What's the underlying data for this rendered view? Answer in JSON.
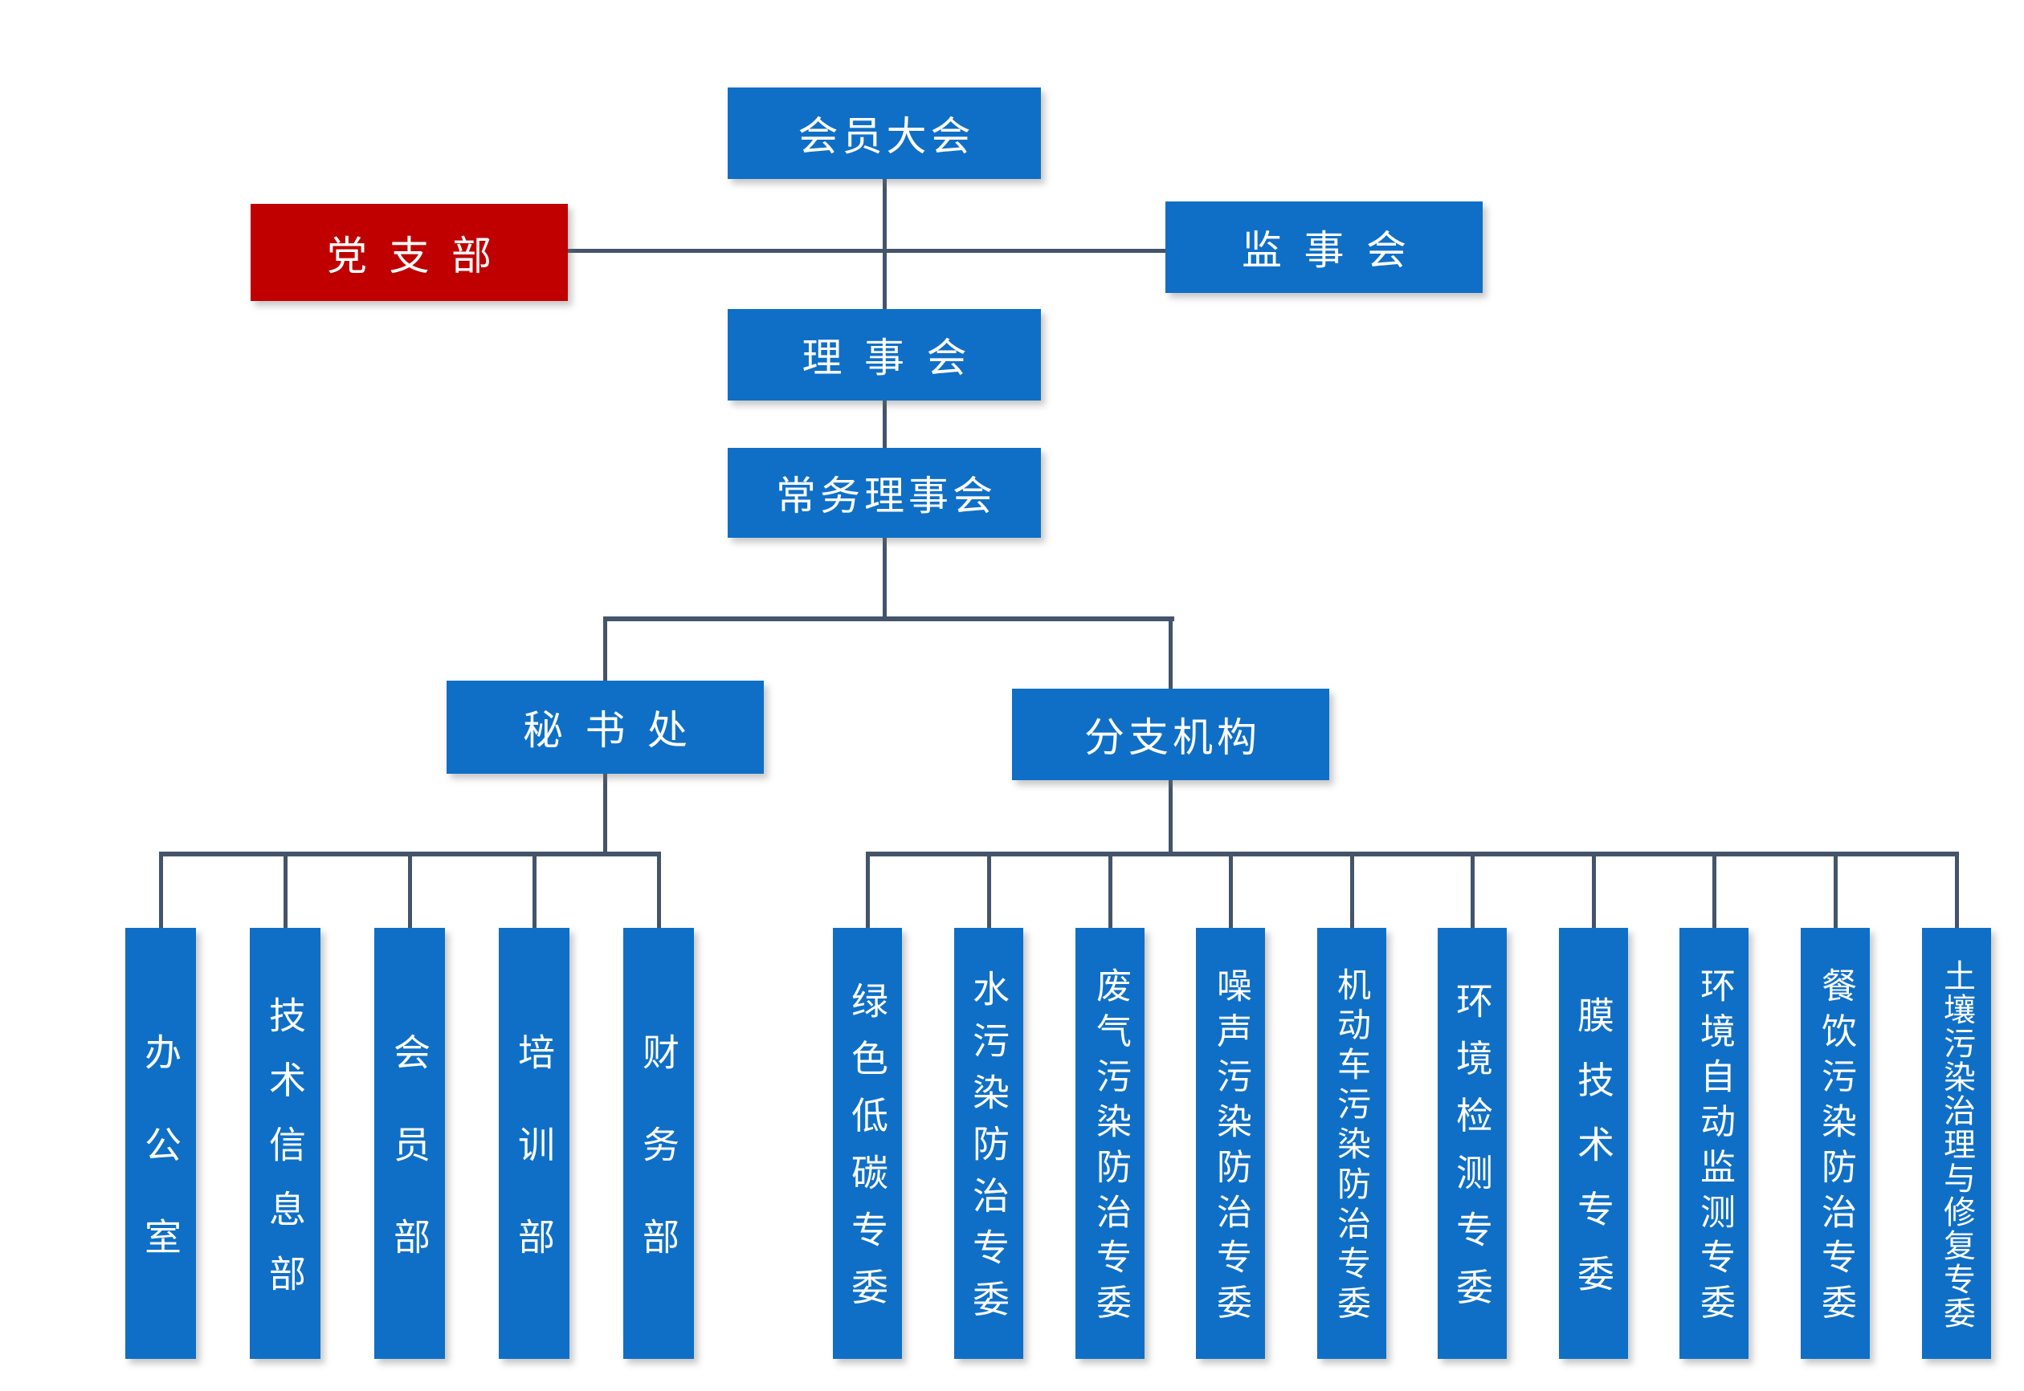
{
  "org": {
    "members_congress": {
      "label": "会员大会"
    },
    "party_branch": {
      "label": "党支部"
    },
    "supervisory_board": {
      "label": "监事会"
    },
    "council": {
      "label": "理事会"
    },
    "standing_council": {
      "label": "常务理事会"
    },
    "secretariat": {
      "label": "秘书处",
      "departments": [
        {
          "label": "办公室"
        },
        {
          "label": "技术信息部"
        },
        {
          "label": "会员部"
        },
        {
          "label": "培训部"
        },
        {
          "label": "财务部"
        }
      ]
    },
    "branches": {
      "label": "分支机构",
      "committees": [
        {
          "label": "绿色低碳专委"
        },
        {
          "label": "水污染防治专委"
        },
        {
          "label": "废气污染防治专委"
        },
        {
          "label": "噪声污染防治专委"
        },
        {
          "label": "机动车污染防治专委"
        },
        {
          "label": "环境检测专委"
        },
        {
          "label": "膜技术专委"
        },
        {
          "label": "环境自动监测专委"
        },
        {
          "label": "餐饮污染防治专委"
        },
        {
          "label": "土壤污染治理与修复专委"
        }
      ]
    }
  },
  "colors": {
    "node_blue": "#0F6FC6",
    "party_red": "#C00000",
    "connector": "#44546A",
    "node_text": "#FFFFFF"
  }
}
